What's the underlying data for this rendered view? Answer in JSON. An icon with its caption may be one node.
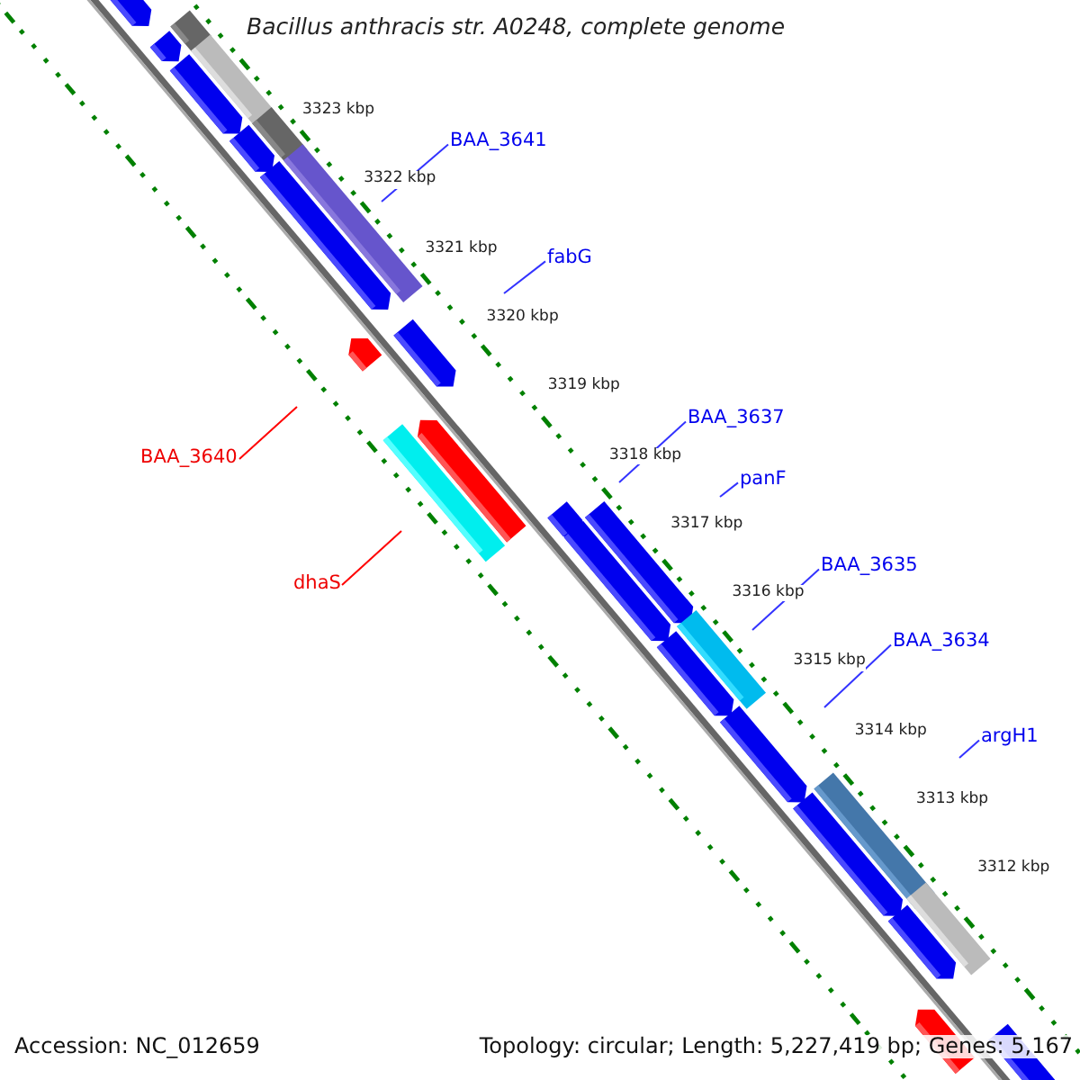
{
  "diagram": {
    "title": "Bacillus anthracis str. A0248, complete genome",
    "nodes": [
      {
        "text": [
          "BAA_3641"
        ]
      },
      {
        "text": [
          "fabG"
        ]
      },
      {
        "text": [
          "BAA_3640"
        ]
      },
      {
        "text": [
          "dhaS"
        ]
      },
      {
        "text": [
          "BAA_3637"
        ]
      },
      {
        "text": [
          "panF"
        ]
      },
      {
        "text": [
          "BAA_3635"
        ]
      },
      {
        "text": [
          "BAA_3634"
        ]
      },
      {
        "text": [
          "argH1"
        ]
      }
    ],
    "edges": [
      {
        "from": 0,
        "to": null,
        "arrow": "none"
      },
      {
        "from": 1,
        "to": null,
        "arrow": "none"
      },
      {
        "from": 2,
        "to": null,
        "arrow": "none",
        "color": "#ff0000"
      },
      {
        "from": 3,
        "to": null,
        "arrow": "none",
        "color": "#ff0000"
      },
      {
        "from": 4,
        "to": null,
        "arrow": "none"
      },
      {
        "from": 5,
        "to": null,
        "arrow": "none"
      },
      {
        "from": 6,
        "to": null,
        "arrow": "none"
      },
      {
        "from": 7,
        "to": null,
        "arrow": "none"
      },
      {
        "from": 8,
        "to": null,
        "arrow": "none"
      }
    ],
    "labels": [
      "3323 kbp",
      "3322 kbp",
      "3321 kbp",
      "3320 kbp",
      "3319 kbp",
      "3318 kbp",
      "3317 kbp",
      "3316 kbp",
      "3315 kbp",
      "3314 kbp",
      "3313 kbp",
      "3312 kbp",
      "Accession: NC_012659",
      "Topology: circular; Length: 5,227,419 bp; Genes: 5,167"
    ]
  }
}
